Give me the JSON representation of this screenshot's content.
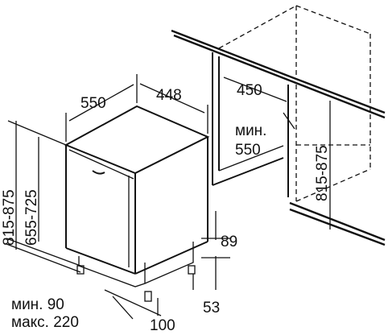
{
  "dimensions": {
    "appliance_width": "448",
    "appliance_depth": "550",
    "appliance_height": "815-875",
    "door_height": "655-725",
    "niche_width": "450",
    "niche_depth_label": "мин.",
    "niche_depth_value": "550",
    "niche_height": "815-875",
    "plinth_height": "89",
    "plinth_offset": "53",
    "plinth_depth": "100",
    "plinth_range_min": "мин. 90",
    "plinth_range_max": "макс. 220"
  }
}
